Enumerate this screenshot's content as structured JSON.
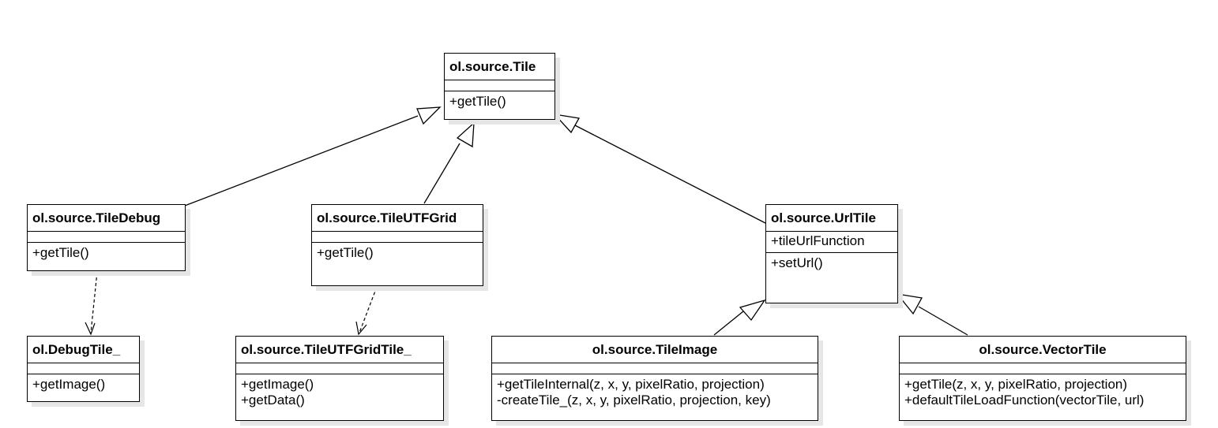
{
  "classes": {
    "tile": {
      "name": "ol.source.Tile",
      "attributes": [],
      "operations": [
        "+getTile()"
      ]
    },
    "tile_debug": {
      "name": "ol.source.TileDebug",
      "attributes": [],
      "operations": [
        "+getTile()"
      ]
    },
    "tile_utfgrid": {
      "name": "ol.source.TileUTFGrid",
      "attributes": [],
      "operations": [
        "+getTile()"
      ]
    },
    "url_tile": {
      "name": "ol.source.UrlTile",
      "attributes": [
        "+tileUrlFunction"
      ],
      "operations": [
        "+setUrl()"
      ]
    },
    "debug_tile": {
      "name": "ol.DebugTile_",
      "attributes": [],
      "operations": [
        "+getImage()"
      ]
    },
    "utfgrid_tile": {
      "name": "ol.source.TileUTFGridTile_",
      "attributes": [],
      "operations": [
        "+getImage()",
        "+getData()"
      ]
    },
    "tile_image": {
      "name": "ol.source.TileImage",
      "attributes": [],
      "operations": [
        "+getTileInternal(z, x, y, pixelRatio, projection)",
        "-createTile_(z, x, y, pixelRatio, projection, key)"
      ]
    },
    "vector_tile": {
      "name": "ol.source.VectorTile",
      "attributes": [],
      "operations": [
        "+getTile(z, x, y, pixelRatio, projection)",
        "+defaultTileLoadFunction(vectorTile, url)"
      ]
    }
  },
  "relations": [
    {
      "from": "tile_debug",
      "to": "tile",
      "kind": "generalization"
    },
    {
      "from": "tile_utfgrid",
      "to": "tile",
      "kind": "generalization"
    },
    {
      "from": "url_tile",
      "to": "tile",
      "kind": "generalization"
    },
    {
      "from": "tile_image",
      "to": "url_tile",
      "kind": "generalization"
    },
    {
      "from": "vector_tile",
      "to": "url_tile",
      "kind": "generalization"
    },
    {
      "from": "tile_debug",
      "to": "debug_tile",
      "kind": "dependency"
    },
    {
      "from": "tile_utfgrid",
      "to": "utfgrid_tile",
      "kind": "dependency"
    }
  ]
}
